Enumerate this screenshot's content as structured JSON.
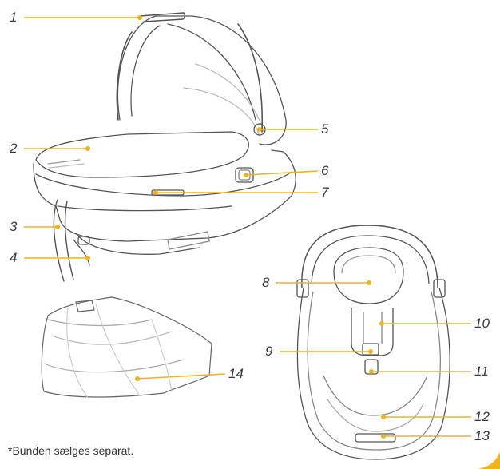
{
  "callout_color": "#f0b31b",
  "line_color": "#555555",
  "labels": {
    "n1": "1",
    "n2": "2",
    "n3": "3",
    "n4": "4",
    "n5": "5",
    "n6": "6",
    "n7": "7",
    "n8": "8",
    "n9": "9",
    "n10": "10",
    "n11": "11",
    "n12": "12",
    "n13": "13",
    "n14": "14"
  },
  "footnote": "*Bunden sælges separat."
}
